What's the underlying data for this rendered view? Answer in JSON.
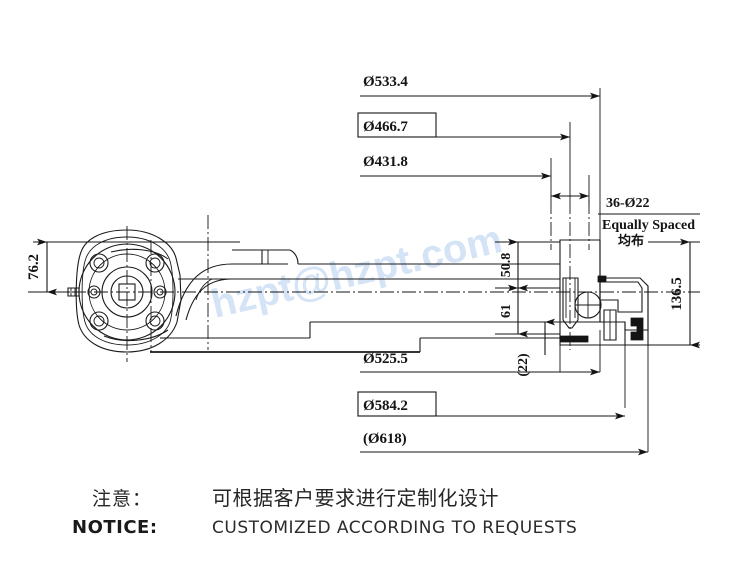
{
  "drawing": {
    "title": "Gearbox Drive Arm Assembly Cross-Section Drawing",
    "watermark": "hzpt@hzpt.com",
    "watermark_color": "#d4e3f6",
    "line_color": "#1a1a1a",
    "background_color": "#ffffff"
  },
  "dimensions": {
    "top": [
      {
        "id": "d533",
        "label": "Ø533.4",
        "boxed": false
      },
      {
        "id": "d466",
        "label": "Ø466.7",
        "boxed": true
      },
      {
        "id": "d431",
        "label": "Ø431.8",
        "boxed": false
      }
    ],
    "bottom": [
      {
        "id": "d525",
        "label": "Ø525.5",
        "boxed": false
      },
      {
        "id": "d584",
        "label": "Ø584.2",
        "boxed": true
      },
      {
        "id": "d618",
        "label": "(Ø618)",
        "boxed": false
      }
    ],
    "vertical_left": [
      {
        "id": "v762",
        "label": "76.2"
      }
    ],
    "vertical_inner": [
      {
        "id": "v508",
        "label": "50.8"
      },
      {
        "id": "v61",
        "label": "61"
      }
    ],
    "vertical_right": [
      {
        "id": "v1365",
        "label": "136.5"
      }
    ],
    "vertical_small": [
      {
        "id": "v22",
        "label": "(22)"
      }
    ]
  },
  "annotations": {
    "hole_callout": {
      "line1": "36-Ø22",
      "line2": "Equally Spaced",
      "line3": "均布"
    }
  },
  "notice": {
    "cn_label": "注意：",
    "cn_text": "可根据客户要求进行定制化设计",
    "en_label": "NOTICE:",
    "en_text": "CUSTOMIZED ACCORDING TO REQUESTS"
  }
}
